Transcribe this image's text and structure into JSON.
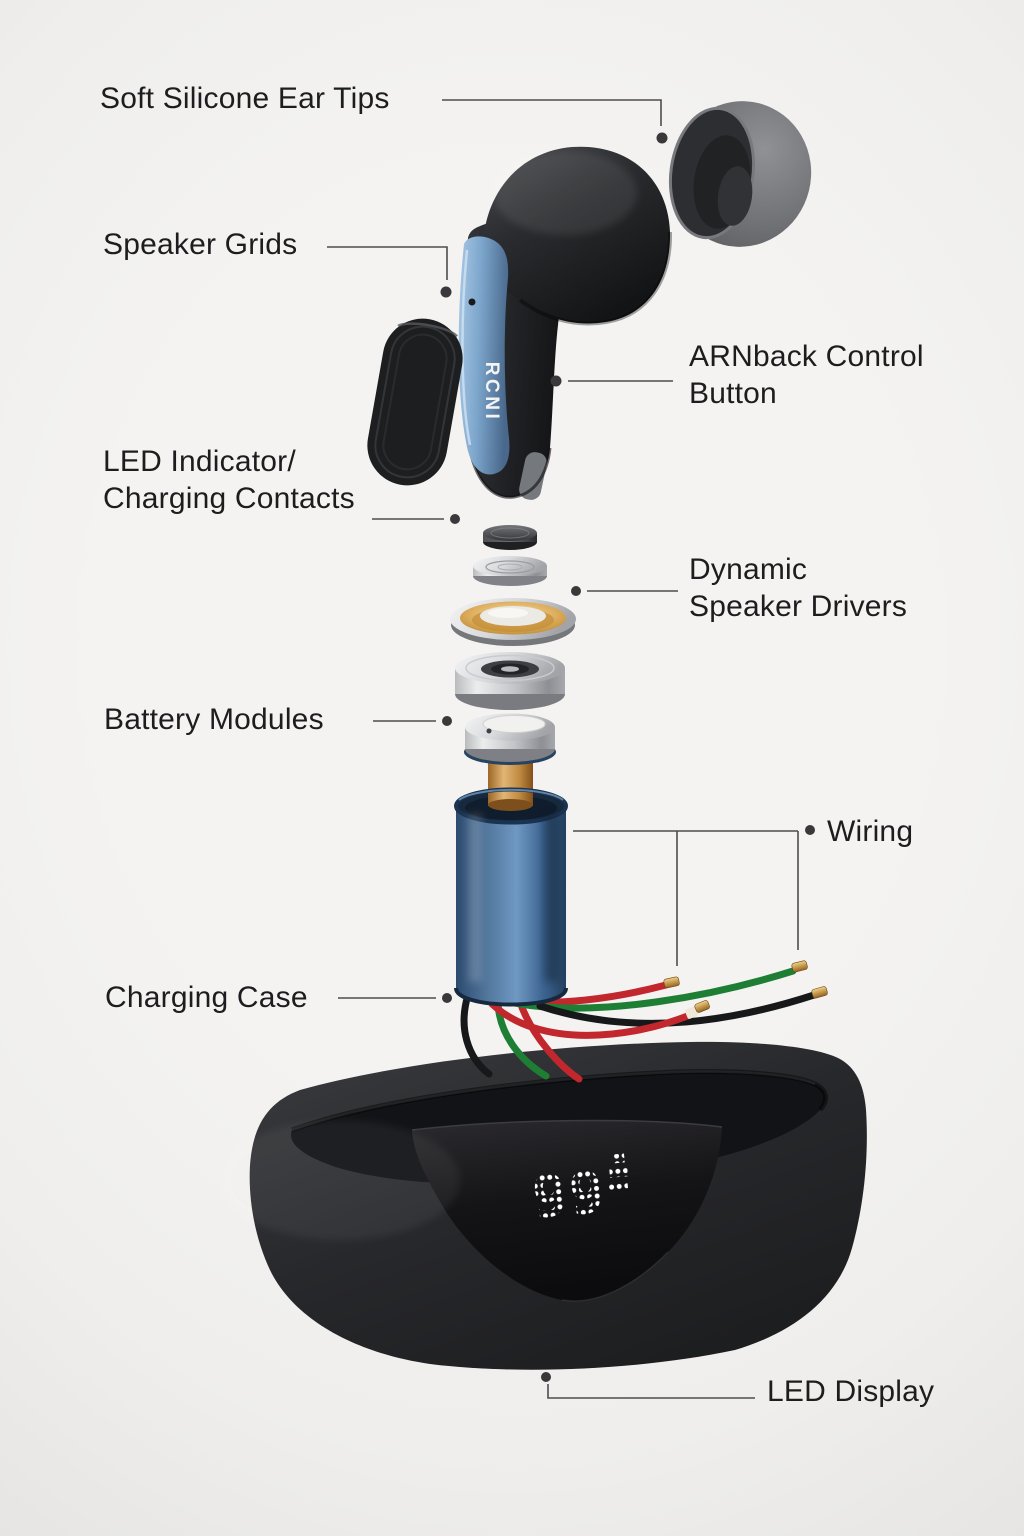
{
  "background": {
    "color": "#f2f1ef"
  },
  "brand": {
    "stem_text": "RCNI"
  },
  "led_display": {
    "value": "99",
    "icon": "battery-level-icon"
  },
  "callouts": {
    "ear_tips": {
      "label": "Soft Silicone Ear Tips"
    },
    "speaker_grids": {
      "label": "Speaker Grids"
    },
    "control_button": {
      "line1": "ARNback Control",
      "line2": "Button"
    },
    "led_indicator": {
      "line1": "LED Indicator/",
      "line2": "Charging Contacts"
    },
    "speaker_drivers": {
      "line1": "Dynamic",
      "line2": "Speaker Drivers"
    },
    "battery_modules": {
      "label": "Battery Modules"
    },
    "wiring": {
      "label": "Wiring"
    },
    "charging_case": {
      "label": "Charging Case"
    },
    "led_display": {
      "label": "LED Display"
    }
  },
  "colors": {
    "label_text": "#1d1d1f",
    "leader_line": "#4d4d4f",
    "accent_blue": "#6f98c2",
    "earbud_black": "#1f2023",
    "driver_gold": "#d3a052",
    "wire_red": "#c1272d",
    "wire_green": "#1e7e34",
    "wire_black": "#1a1a1a",
    "led_text": "#ffffff"
  }
}
